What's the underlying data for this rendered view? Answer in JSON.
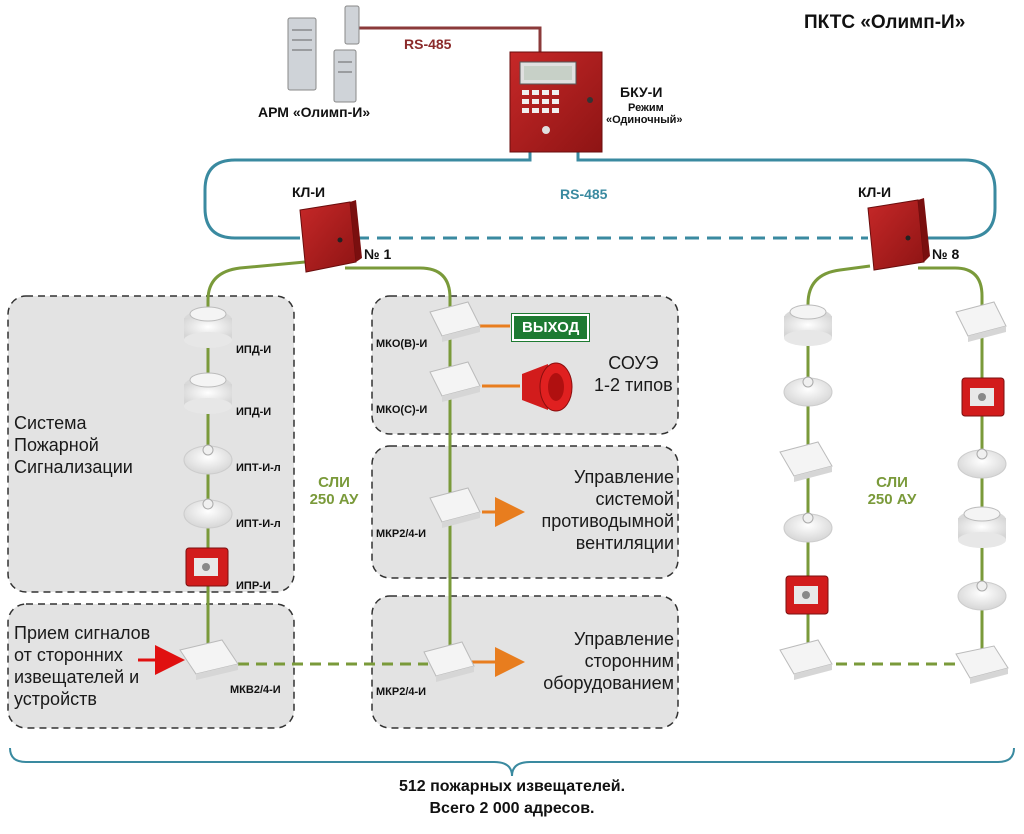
{
  "title": "ПКТС «Олимп-И»",
  "arm_label": "АРМ «Олимп-И»",
  "bku": {
    "name": "БКУ-И",
    "mode1": "Режим",
    "mode2": "«Одиночный»"
  },
  "buses": {
    "top": "RS-485",
    "ring": "RS-485"
  },
  "kl1": {
    "name": "КЛ-И",
    "num": "№ 1"
  },
  "kl8": {
    "name": "КЛ-И",
    "num": "№ 8"
  },
  "devices": {
    "ipd1": "ИПД-И",
    "ipd2": "ИПД-И",
    "ipt1": "ИПТ-И-л",
    "ipt2": "ИПТ-И-л",
    "ipr": "ИПР-И",
    "mkv": "МКВ2/4-И",
    "mko_v": "МКО(В)-И",
    "mko_s": "МКО(С)-И",
    "mkr1": "МКР2/4-И",
    "mkr2": "МКР2/4-И"
  },
  "exit_sign": "ВЫХОД",
  "zones": {
    "fire": "Система\nПожарной\nСигнализации",
    "signals": "Прием сигналов\nот сторонних\nизвещателей и\nустройств",
    "soue": "СОУЭ\n1-2 типов",
    "smoke": "Управление\nсистемой\nпротиводымной\nвентиляции",
    "other": "Управление\nсторонним\nоборудованием"
  },
  "sli1": {
    "line1": "СЛИ",
    "line2": "250 АУ"
  },
  "sli2": {
    "line1": "СЛИ",
    "line2": "250 АУ"
  },
  "footer": {
    "line1": "512 пожарных извещателей.",
    "line2": "Всего 2 000 адресов."
  },
  "colors": {
    "loop": "#7a9a3a",
    "ring": "#3a8aa0",
    "top_bus": "#8b3a3a",
    "cabinet": "#b01c1c",
    "zone_fill": "#e3e3e3",
    "arrow": "#e87d1e",
    "exit": "#1e7a32"
  }
}
